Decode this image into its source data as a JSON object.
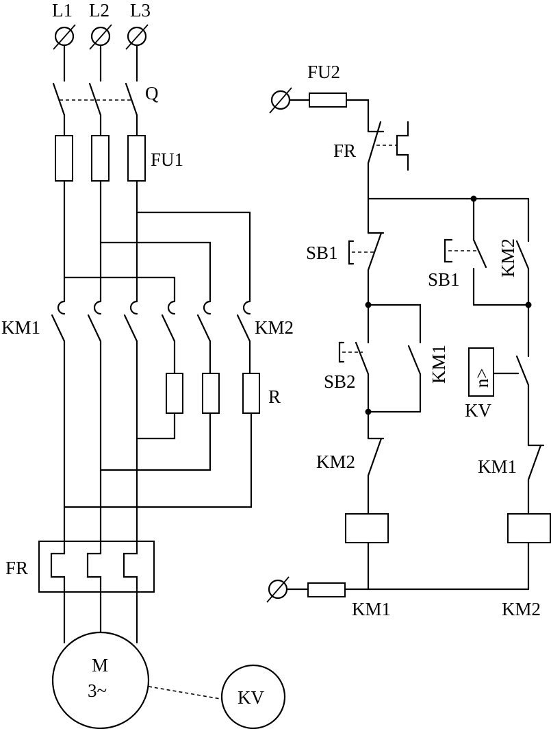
{
  "labels": {
    "l1": "L1",
    "l2": "L2",
    "l3": "L3",
    "q": "Q",
    "fu1": "FU1",
    "km1_main": "KM1",
    "km2_main": "KM2",
    "r": "R",
    "fr_main": "FR",
    "motor_line1": "M",
    "motor_line2": "3~",
    "kv_meter": "KV",
    "fu2": "FU2",
    "fr_ctrl": "FR",
    "sb1_stop": "SB1",
    "km2_hold": "KM2",
    "sb1_aux": "SB1",
    "sb2": "SB2",
    "km1_hold": "KM1",
    "speed_relay_symbol": "n>",
    "kv_relay": "KV",
    "km2_interlock": "KM2",
    "km1_interlock": "KM1",
    "km1_coil": "KM1",
    "km2_coil": "KM2"
  }
}
